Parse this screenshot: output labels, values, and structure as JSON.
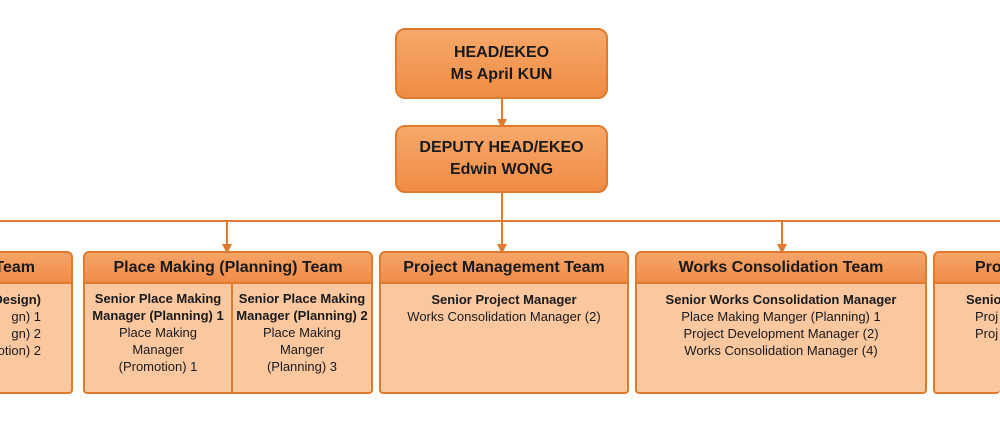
{
  "head": {
    "title": "HEAD/EKEO",
    "name": "Ms April KUN"
  },
  "deputy": {
    "title": "DEPUTY HEAD/EKEO",
    "name": "Edwin WONG"
  },
  "teams": [
    {
      "title": "Team",
      "lines": [
        "Design)",
        "gn) 1",
        "gn) 2",
        "otion) 2"
      ]
    },
    {
      "title": "Place Making (Planning) Team",
      "left": {
        "bold": [
          "Senior Place Making",
          "Manager (Planning) 1"
        ],
        "lines": [
          "Place Making",
          "Manager",
          "(Promotion) 1"
        ]
      },
      "right": {
        "bold": [
          "Senior Place Making",
          "Manager (Planning) 2"
        ],
        "lines": [
          "Place Making",
          "Manger",
          "(Planning) 3"
        ]
      }
    },
    {
      "title": "Project Management Team",
      "bold": "Senior Project Manager",
      "lines": [
        "Works Consolidation Manager (2)"
      ]
    },
    {
      "title": "Works Consolidation Team",
      "bold": "Senior Works Consolidation Manager",
      "lines": [
        "Place Making Manger (Planning) 1",
        "Project Development Manager (2)",
        "Works Consolidation Manager (4)"
      ]
    },
    {
      "title": "Pro",
      "bold": "Senio",
      "lines": [
        "Proj",
        "Proj"
      ]
    }
  ]
}
